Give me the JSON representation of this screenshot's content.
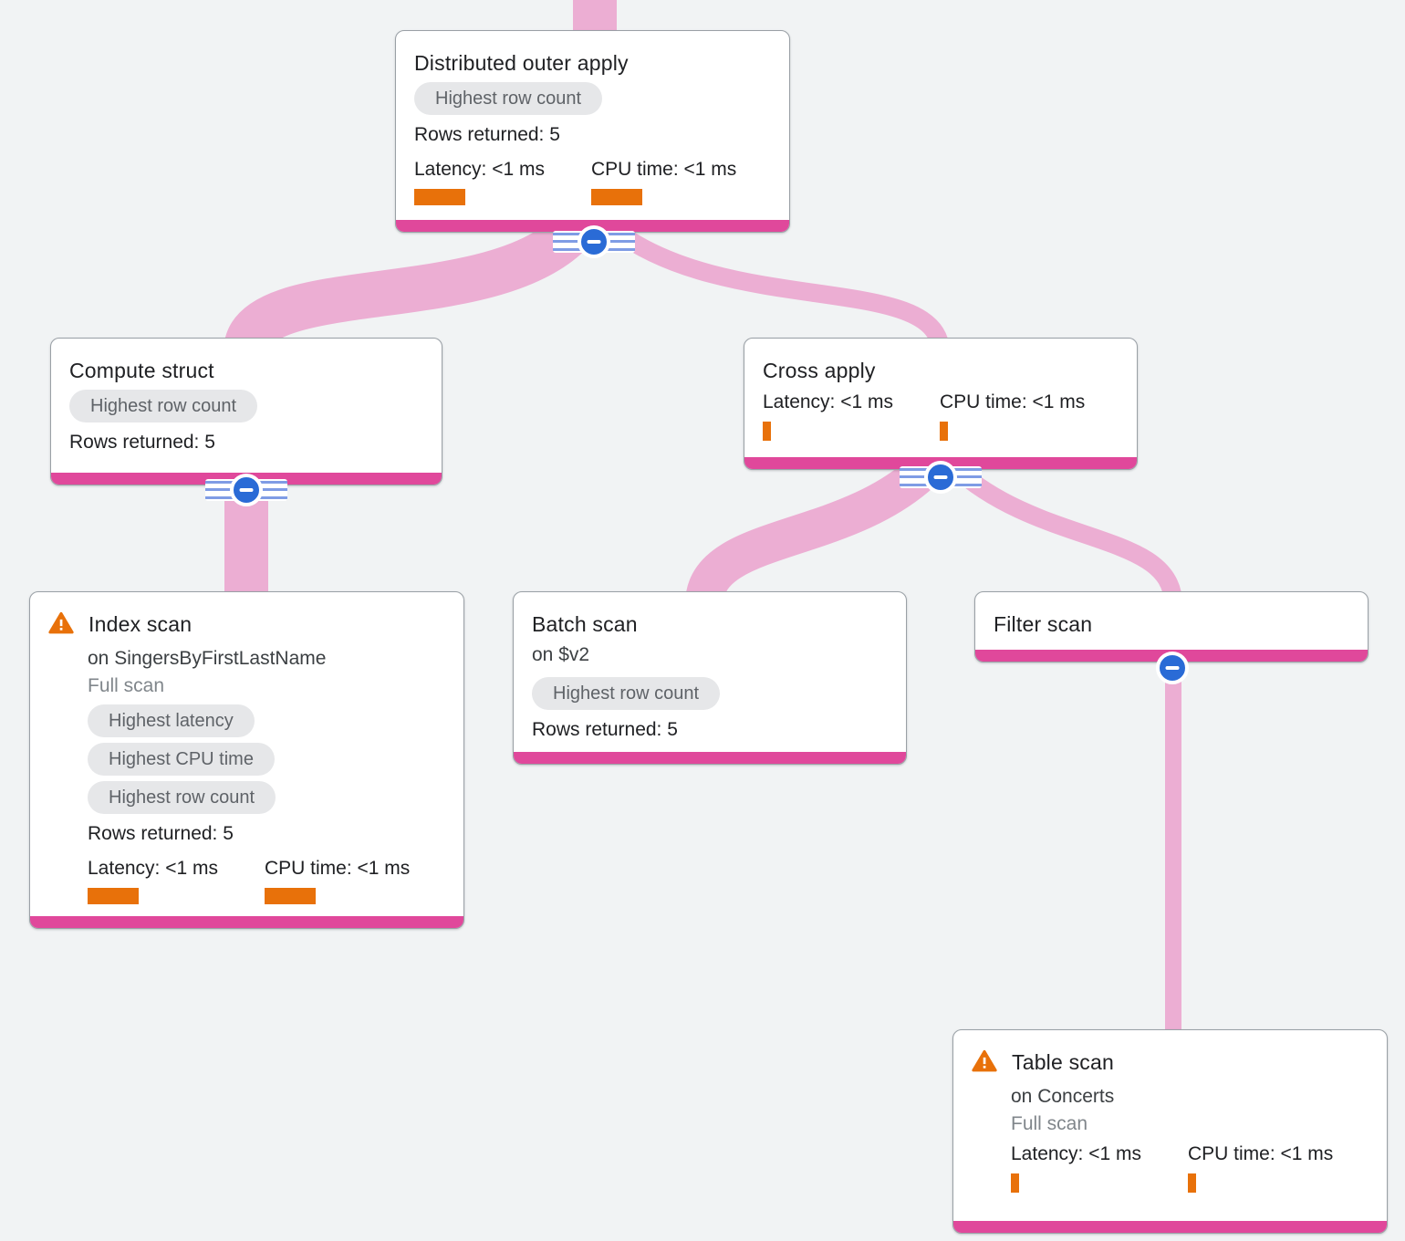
{
  "diagram": {
    "type": "query-execution-plan-tree",
    "colors": {
      "background": "#f1f3f4",
      "edge_pink": "#ecaed3",
      "node_accent_pink": "#e0489b",
      "metric_bar_orange": "#e8710a",
      "collapse_button_blue": "#2a6bd6",
      "pill_background": "#e6e7e9",
      "pill_text": "#5f6368",
      "warning_orange": "#e8710a"
    }
  },
  "nodes": {
    "distributed_outer_apply": {
      "title": "Distributed outer apply",
      "badges": [
        "Highest row count"
      ],
      "rows": "Rows returned: 5",
      "latency_label": "Latency: <1 ms",
      "cpu_label": "CPU time: <1 ms"
    },
    "compute_struct": {
      "title": "Compute struct",
      "badges": [
        "Highest row count"
      ],
      "rows": "Rows returned: 5"
    },
    "cross_apply": {
      "title": "Cross apply",
      "latency_label": "Latency: <1 ms",
      "cpu_label": "CPU time: <1 ms"
    },
    "index_scan": {
      "title": "Index scan",
      "subtitle": "on SingersByFirstLastName",
      "note": "Full scan",
      "badges": [
        "Highest latency",
        "Highest CPU time",
        "Highest row count"
      ],
      "rows": "Rows returned: 5",
      "latency_label": "Latency: <1 ms",
      "cpu_label": "CPU time: <1 ms"
    },
    "batch_scan": {
      "title": "Batch scan",
      "subtitle": "on $v2",
      "badges": [
        "Highest row count"
      ],
      "rows": "Rows returned: 5"
    },
    "filter_scan": {
      "title": "Filter scan"
    },
    "table_scan": {
      "title": "Table scan",
      "subtitle": "on Concerts",
      "note": "Full scan",
      "latency_label": "Latency: <1 ms",
      "cpu_label": "CPU time: <1 ms"
    }
  }
}
